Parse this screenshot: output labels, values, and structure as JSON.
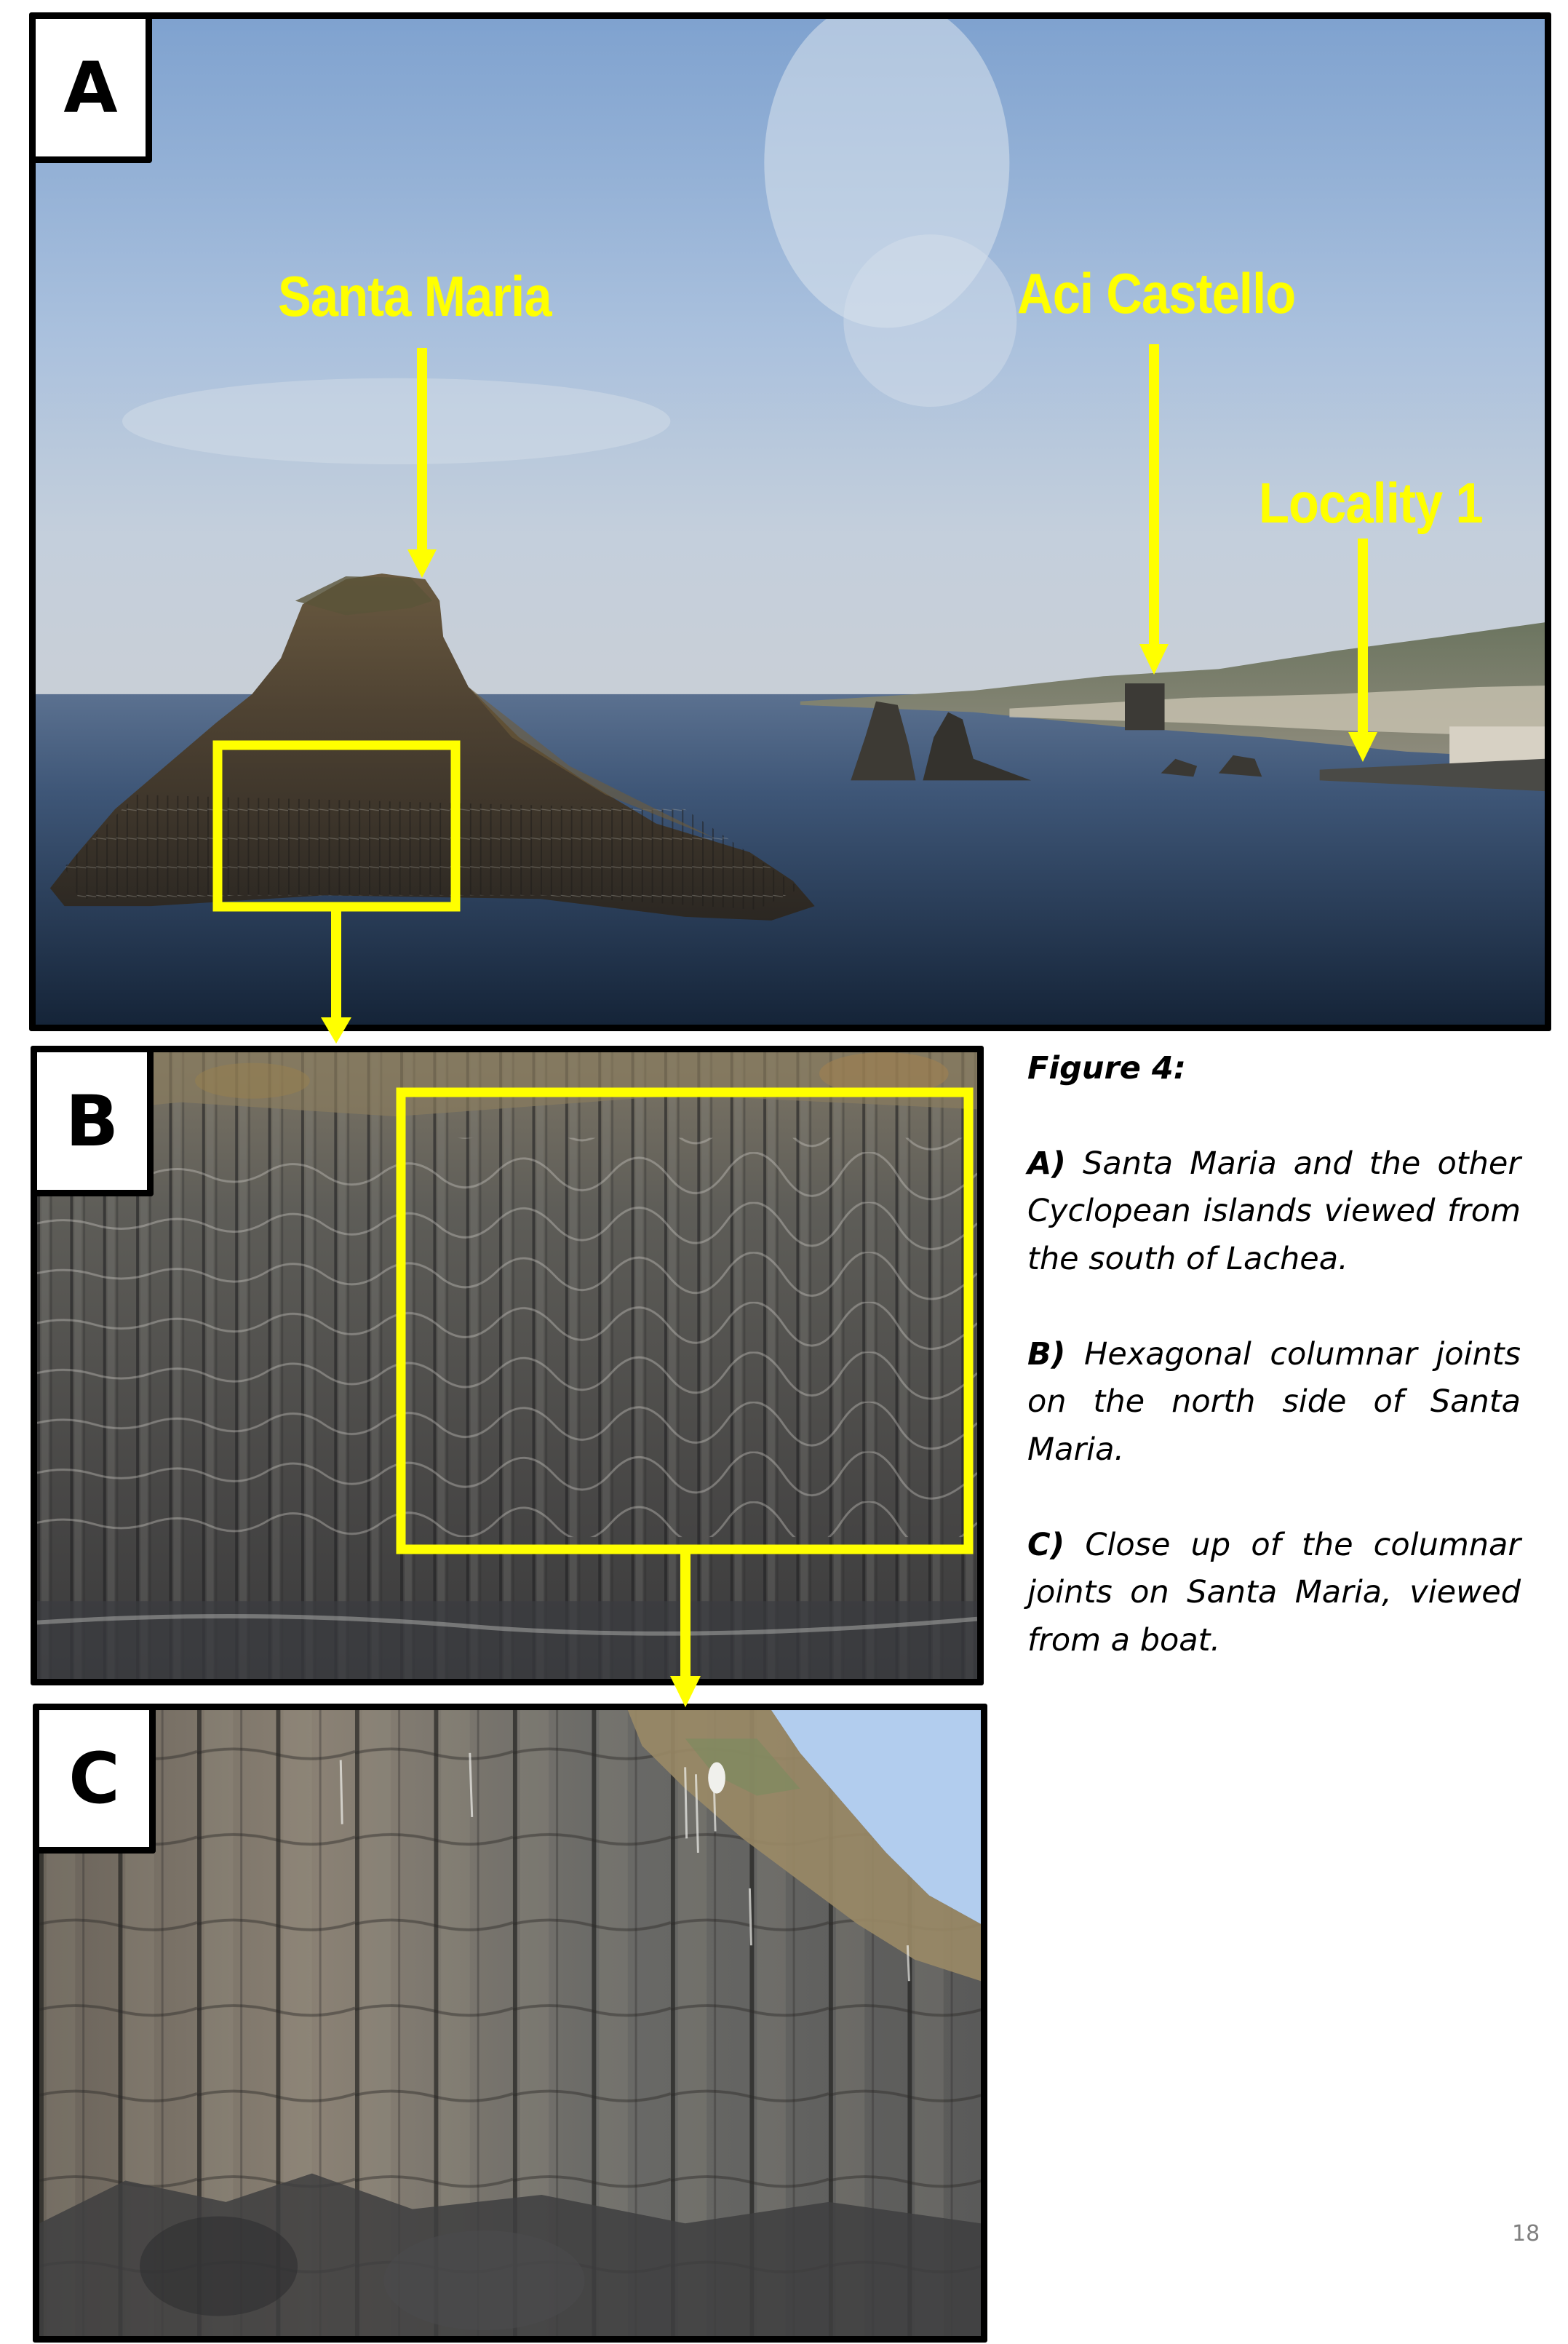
{
  "figure": {
    "panels": [
      {
        "id": "A",
        "label": "A"
      },
      {
        "id": "B",
        "label": "B"
      },
      {
        "id": "C",
        "label": "C"
      }
    ],
    "annotations": {
      "santa_maria": "Santa Maria",
      "aci_castello": "Aci Castello",
      "locality_1": "Locality 1"
    },
    "annotation_color": "#ffff00"
  },
  "caption": {
    "title": "Figure 4:",
    "items": [
      {
        "key": "A)",
        "text": "Santa Maria and the other Cyclopean islands viewed from the south of Lachea."
      },
      {
        "key": "B)",
        "text": "Hexagonal columnar joints on the north side of Santa Maria."
      },
      {
        "key": "C)",
        "text": "Close up of the columnar joints on Santa Maria, viewed from a boat."
      }
    ]
  },
  "page_number": "18"
}
